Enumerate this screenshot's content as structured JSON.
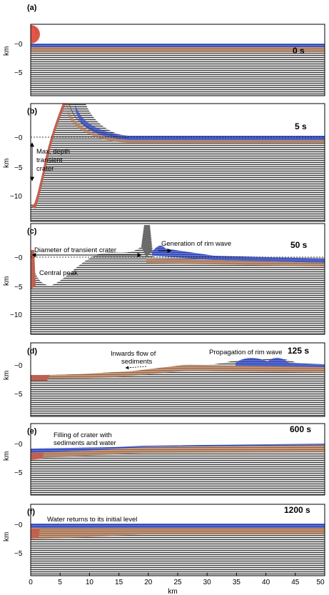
{
  "figure": {
    "x_axis_label": "km",
    "y_axis_label": "km",
    "x_ticks": [
      "0",
      "5",
      "10",
      "15",
      "20",
      "25",
      "30",
      "35",
      "40",
      "45",
      "50"
    ],
    "panels": [
      {
        "id": "a",
        "label": "(a)",
        "time": "0 s",
        "y_ticks": [
          "−0",
          "−5"
        ],
        "annotations": []
      },
      {
        "id": "b",
        "label": "(b)",
        "time": "5 s",
        "y_ticks": [
          "−0",
          "−5",
          "−10"
        ],
        "annotations": [
          "Max. depth",
          "transient",
          "crater"
        ]
      },
      {
        "id": "c",
        "label": "(c)",
        "time": "50 s",
        "y_ticks": [
          "−0",
          "−5",
          "−10"
        ],
        "annotations": [
          "Diameter of transient crater",
          "Generation of rim wave",
          "Central peak"
        ]
      },
      {
        "id": "d",
        "label": "(d)",
        "time": "125 s",
        "y_ticks": [
          "−0",
          "−5"
        ],
        "annotations": [
          "Inwards flow of",
          "sediments",
          "Propagation of rim wave"
        ]
      },
      {
        "id": "e",
        "label": "(e)",
        "time": "600 s",
        "y_ticks": [
          "−0",
          "−5"
        ],
        "annotations": [
          "Filling of crater with",
          "sediments and water"
        ]
      },
      {
        "id": "f",
        "label": "(f)",
        "time": "1200 s",
        "y_ticks": [
          "−0",
          "−5"
        ],
        "annotations": [
          "Water returns to its initial level"
        ]
      }
    ],
    "colors": {
      "water": "#5a6fd6",
      "sediment": "#c89878",
      "basement": "#7a7a7a",
      "projectile": "#e0574a",
      "frame": "#000000"
    }
  }
}
